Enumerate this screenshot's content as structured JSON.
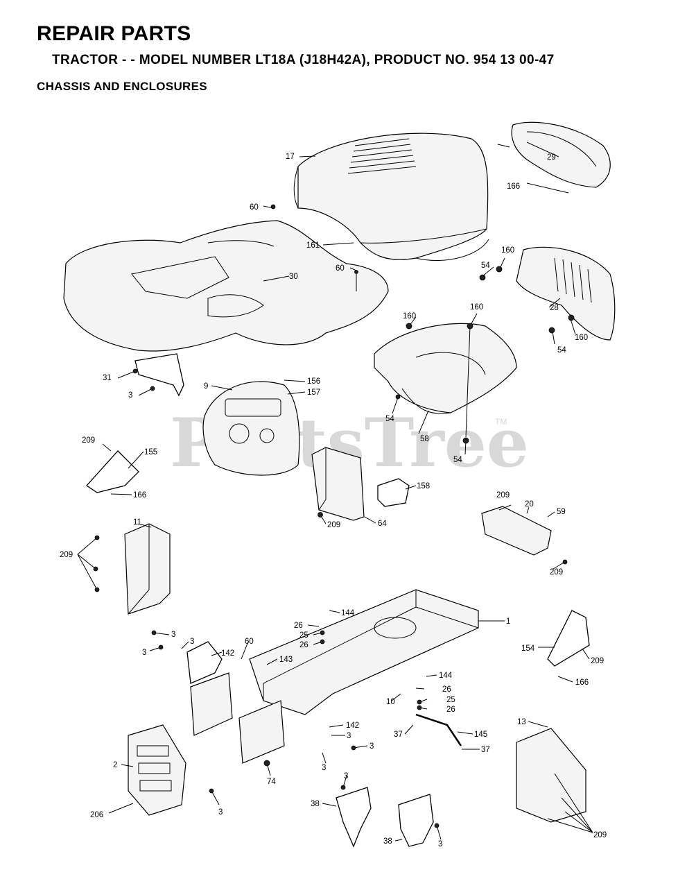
{
  "header": {
    "title": "REPAIR PARTS",
    "subtitle": "TRACTOR - - MODEL NUMBER LT18A (J18H42A), PRODUCT NO. 954 13 00-47",
    "section": "CHASSIS AND ENCLOSURES"
  },
  "watermark": {
    "text": "PartsTree",
    "mark": "TM"
  },
  "callouts": [
    "17",
    "29",
    "166",
    "60",
    "161",
    "60",
    "30",
    "160",
    "54",
    "28",
    "160",
    "54",
    "160",
    "160",
    "31",
    "3",
    "9",
    "156",
    "157",
    "54",
    "58",
    "54",
    "209",
    "155",
    "166",
    "158",
    "209",
    "20",
    "59",
    "64",
    "209",
    "209",
    "11",
    "209",
    "1",
    "144",
    "26",
    "25",
    "26",
    "3",
    "3",
    "3",
    "60",
    "142",
    "143",
    "154",
    "209",
    "166",
    "144",
    "26",
    "10",
    "25",
    "26",
    "37",
    "145",
    "37",
    "142",
    "3",
    "3",
    "3",
    "13",
    "2",
    "74",
    "3",
    "3",
    "206",
    "38",
    "38",
    "3",
    "209"
  ]
}
